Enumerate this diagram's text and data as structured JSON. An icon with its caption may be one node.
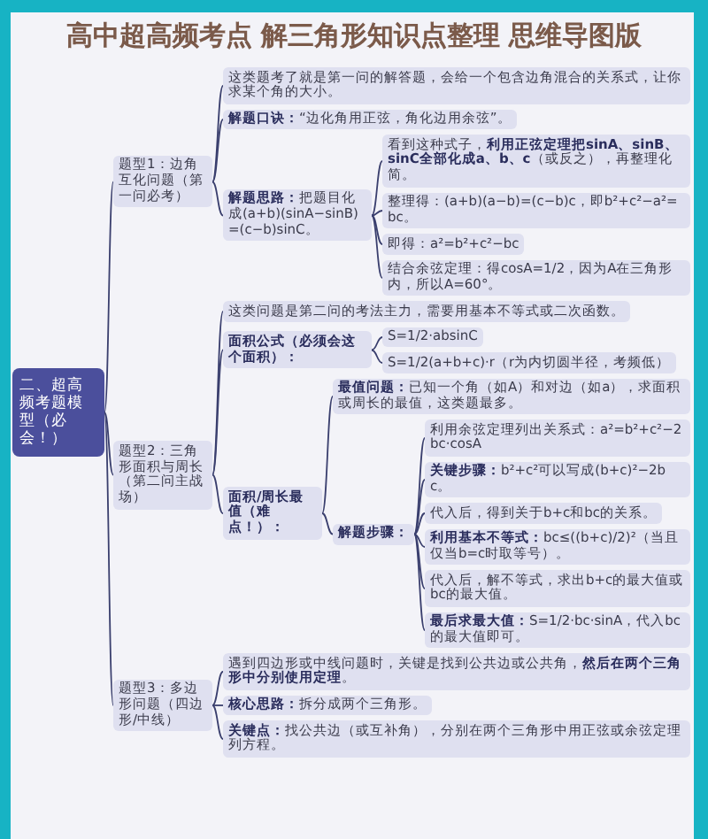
{
  "diagram": {
    "title": "高中超高频考点 解三角形知识点整理 思维导图版",
    "nodes": [
      {
        "text": [
          "二、超高频考题模型（必会！）"
        ]
      },
      {
        "text": [
          "题型1：边角互化问题（第一问必考）"
        ]
      },
      {
        "text": [
          "这类题考了就是第一问的解答题，会给一个包含边角混合的关系式，让你求某个角的大小。"
        ]
      },
      {
        "text": [
          "**解题口诀：**“边化角用正弦，角化边用余弦”。"
        ]
      },
      {
        "text": [
          "**解题思路：**把题目化成(a+b)(sinA−sinB)=(c−b)sinC。"
        ]
      },
      {
        "text": [
          "看到这种式子，**利用正弦定理把sinA、sinB、sinC全部化成a、b、c**（或反之），再整理化简。"
        ]
      },
      {
        "text": [
          "整理得：(a+b)(a−b)=(c−b)c，即b²+c²−a²=bc。"
        ]
      },
      {
        "text": [
          "即得：a²=b²+c²−bc"
        ]
      },
      {
        "text": [
          "结合余弦定理：得cosA=1/2，因为A在三角形内，所以A=60°。"
        ]
      },
      {
        "text": [
          "题型2：三角形面积与周长（第二问主战场）"
        ]
      },
      {
        "text": [
          "这类问题是第二问的考法主力，需要用基本不等式或二次函数。"
        ]
      },
      {
        "text": [
          "**面积公式（必须会这个面积）：**"
        ]
      },
      {
        "text": [
          "S=1/2·absinC"
        ]
      },
      {
        "text": [
          "S=1/2(a+b+c)·r（r为内切圆半径，考频低）"
        ]
      },
      {
        "text": [
          "**面积/周长最值（难点！）：**"
        ]
      },
      {
        "text": [
          "**最值问题：**已知一个角（如A）和对边（如a），求面积或周长的最值，这类题最多。"
        ]
      },
      {
        "text": [
          "**解题步骤：**"
        ]
      },
      {
        "text": [
          "利用余弦定理列出关系式：a²=b²+c²−2bc·cosA"
        ]
      },
      {
        "text": [
          "**关键步骤：**b²+c²可以写成(b+c)²−2bc。"
        ]
      },
      {
        "text": [
          "代入后，得到关于b+c和bc的关系。"
        ]
      },
      {
        "text": [
          "**利用基本不等式：**bc≤((b+c)/2)²（当且仅当b=c时取等号）。"
        ]
      },
      {
        "text": [
          "代入后，解不等式，求出b+c的最大值或bc的最大值。"
        ]
      },
      {
        "text": [
          "**最后求最大值：**S=1/2·bc·sinA，代入bc的最大值即可。"
        ]
      },
      {
        "text": [
          "题型3：多边形问题（四边形/中线）"
        ]
      },
      {
        "text": [
          "遇到四边形或中线问题时，关键是找到公共边或公共角，**然后在两个三角形中分别使用定理**。"
        ]
      },
      {
        "text": [
          "**核心思路：**拆分成两个三角形。"
        ]
      },
      {
        "text": [
          "**关键点：**找公共边（或互补角），分别在两个三角形中用正弦或余弦定理列方程。"
        ]
      }
    ],
    "edges": [
      {
        "from": 0,
        "to": 1,
        "arrow": "none"
      },
      {
        "from": 0,
        "to": 9,
        "arrow": "none"
      },
      {
        "from": 0,
        "to": 23,
        "arrow": "none"
      },
      {
        "from": 1,
        "to": 2,
        "arrow": "none"
      },
      {
        "from": 1,
        "to": 3,
        "arrow": "none"
      },
      {
        "from": 1,
        "to": 4,
        "arrow": "none"
      },
      {
        "from": 4,
        "to": 5,
        "arrow": "none"
      },
      {
        "from": 4,
        "to": 6,
        "arrow": "none"
      },
      {
        "from": 4,
        "to": 7,
        "arrow": "none"
      },
      {
        "from": 4,
        "to": 8,
        "arrow": "none"
      },
      {
        "from": 9,
        "to": 10,
        "arrow": "none"
      },
      {
        "from": 9,
        "to": 11,
        "arrow": "none"
      },
      {
        "from": 9,
        "to": 14,
        "arrow": "none"
      },
      {
        "from": 11,
        "to": 12,
        "arrow": "none"
      },
      {
        "from": 11,
        "to": 13,
        "arrow": "none"
      },
      {
        "from": 14,
        "to": 15,
        "arrow": "none"
      },
      {
        "from": 14,
        "to": 16,
        "arrow": "none"
      },
      {
        "from": 16,
        "to": 17,
        "arrow": "none"
      },
      {
        "from": 16,
        "to": 18,
        "arrow": "none"
      },
      {
        "from": 16,
        "to": 19,
        "arrow": "none"
      },
      {
        "from": 16,
        "to": 20,
        "arrow": "none"
      },
      {
        "from": 16,
        "to": 21,
        "arrow": "none"
      },
      {
        "from": 16,
        "to": 22,
        "arrow": "none"
      },
      {
        "from": 23,
        "to": 24,
        "arrow": "none"
      },
      {
        "from": 23,
        "to": 25,
        "arrow": "none"
      },
      {
        "from": 23,
        "to": 26,
        "arrow": "none"
      }
    ]
  }
}
